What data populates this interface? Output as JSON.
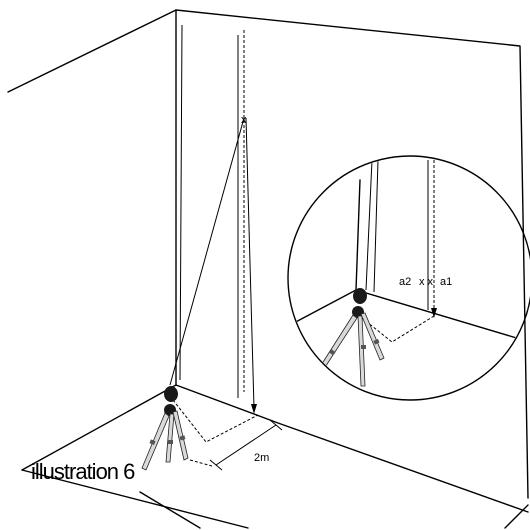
{
  "labels": {
    "distance": "2m",
    "mark_a2": "a2",
    "mark_symbols": "x x",
    "mark_a1": "a1",
    "caption": "illustration 6",
    "ceiling_mark": "x"
  },
  "colors": {
    "line": "#000000",
    "background": "#ffffff"
  }
}
